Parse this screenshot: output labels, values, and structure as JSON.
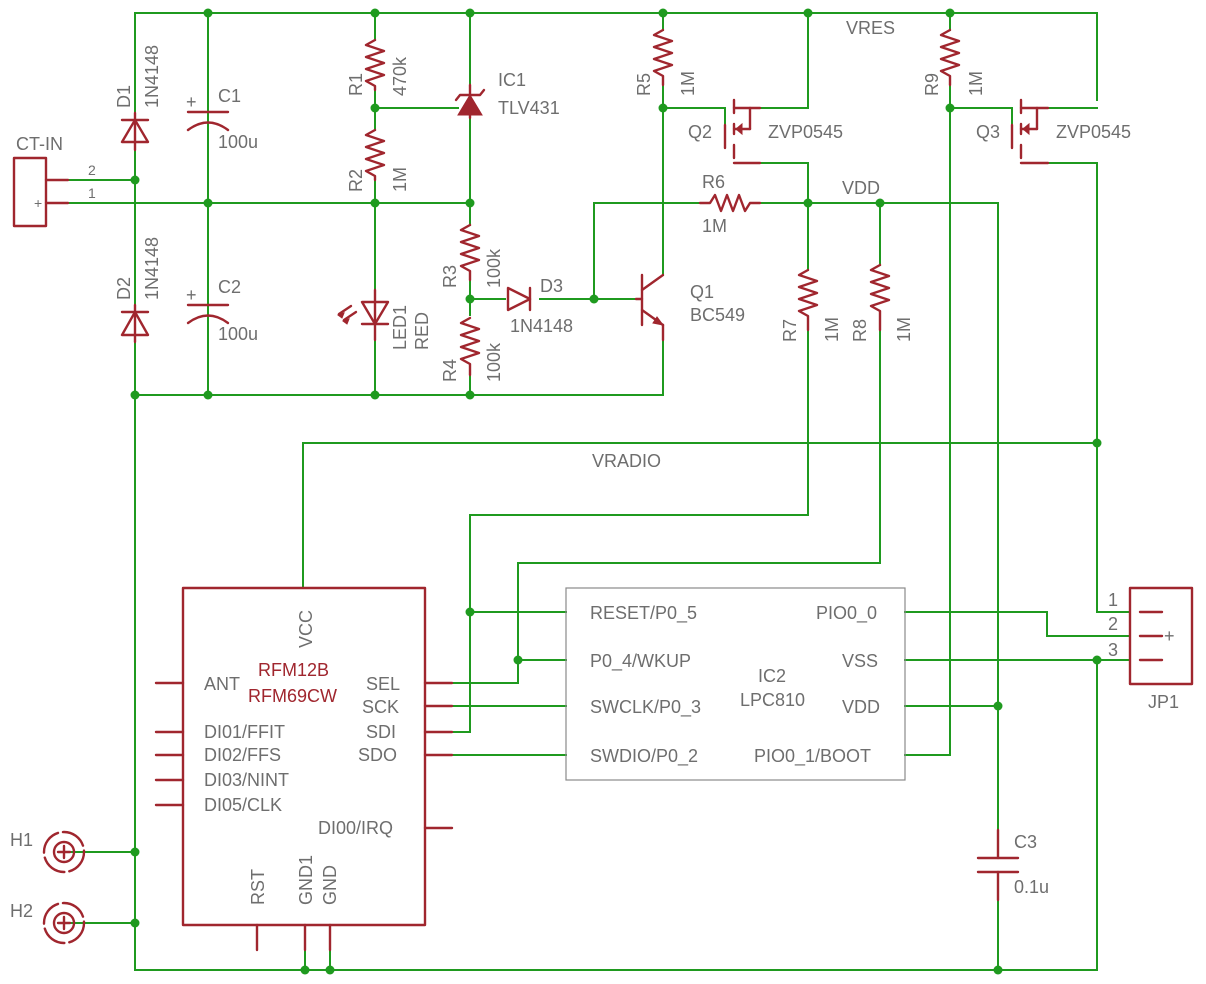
{
  "connectors": {
    "ct_in": {
      "name": "CT-IN",
      "pin2": "2",
      "pin1": "1",
      "plus": "+"
    },
    "jp1": {
      "name": "JP1",
      "pin1": "1",
      "pin2": "2",
      "pin3": "3",
      "plus": "+"
    },
    "h1": "H1",
    "h2": "H2"
  },
  "diodes": {
    "d1": {
      "name": "D1",
      "value": "1N4148"
    },
    "d2": {
      "name": "D2",
      "value": "1N4148"
    },
    "d3": {
      "name": "D3",
      "value": "1N4148"
    }
  },
  "capacitors": {
    "c1": {
      "name": "C1",
      "value": "100u",
      "plus": "+"
    },
    "c2": {
      "name": "C2",
      "value": "100u",
      "plus": "+"
    },
    "c3": {
      "name": "C3",
      "value": "0.1u"
    }
  },
  "resistors": {
    "r1": {
      "name": "R1",
      "value": "470k"
    },
    "r2": {
      "name": "R2",
      "value": "1M"
    },
    "r3": {
      "name": "R3",
      "value": "100k"
    },
    "r4": {
      "name": "R4",
      "value": "100k"
    },
    "r5": {
      "name": "R5",
      "value": "1M"
    },
    "r6": {
      "name": "R6",
      "value": "1M"
    },
    "r7": {
      "name": "R7",
      "value": "1M"
    },
    "r8": {
      "name": "R8",
      "value": "1M"
    },
    "r9": {
      "name": "R9",
      "value": "1M"
    }
  },
  "led1": {
    "name": "LED1",
    "value": "RED"
  },
  "ic1": {
    "name": "IC1",
    "value": "TLV431"
  },
  "q1": {
    "name": "Q1",
    "value": "BC549"
  },
  "q2": {
    "name": "Q2",
    "value": "ZVP0545"
  },
  "q3": {
    "name": "Q3",
    "value": "ZVP0545"
  },
  "nets": {
    "vres": "VRES",
    "vdd": "VDD",
    "vradio": "VRADIO"
  },
  "ic2": {
    "name": "IC2",
    "value": "LPC810",
    "pins": {
      "reset": "RESET/P0_5",
      "p04": "P0_4/WKUP",
      "swclk": "SWCLK/P0_3",
      "swdio": "SWDIO/P0_2",
      "pio00": "PIO0_0",
      "vss": "VSS",
      "vdd": "VDD",
      "pio01": "PIO0_1/BOOT"
    }
  },
  "rfm": {
    "name1": "RFM12B",
    "name2": "RFM69CW",
    "pins": {
      "vcc": "VCC",
      "ant": "ANT",
      "dio1": "DI01/FFIT",
      "dio2": "DI02/FFS",
      "dio3": "DI03/NINT",
      "dio5": "DI05/CLK",
      "dio0": "DI00/IRQ",
      "sel": "SEL",
      "sck": "SCK",
      "sdi": "SDI",
      "sdo": "SDO",
      "rst": "RST",
      "gnd1": "GND1",
      "gnd": "GND"
    }
  },
  "colors": {
    "wire": "#1f9a1f",
    "component": "#a0262e",
    "text": "#6e6e6e",
    "ic_outline": "#a0262e"
  }
}
